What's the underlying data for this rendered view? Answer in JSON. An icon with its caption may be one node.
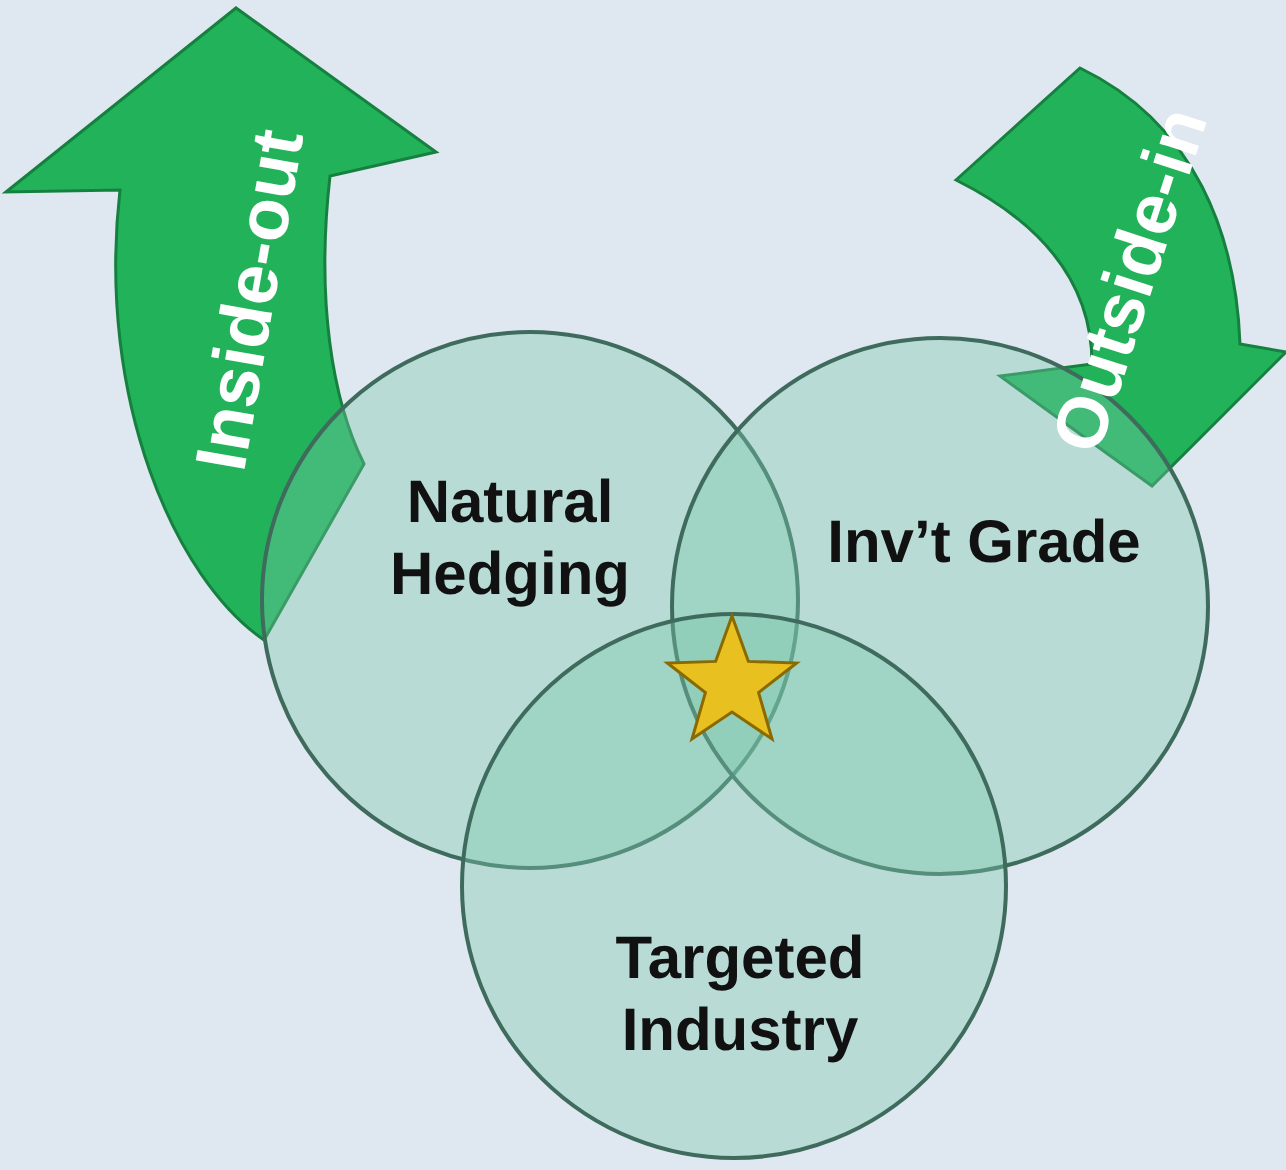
{
  "diagram": {
    "nodes": [
      {
        "text": [
          "Inside-out"
        ]
      },
      {
        "text": [
          "Outside-in"
        ]
      },
      {
        "text": [
          "Natural Hedging"
        ]
      },
      {
        "text": [
          "Inv’t Grade"
        ]
      },
      {
        "text": [
          "Targeted Industry"
        ]
      }
    ]
  }
}
